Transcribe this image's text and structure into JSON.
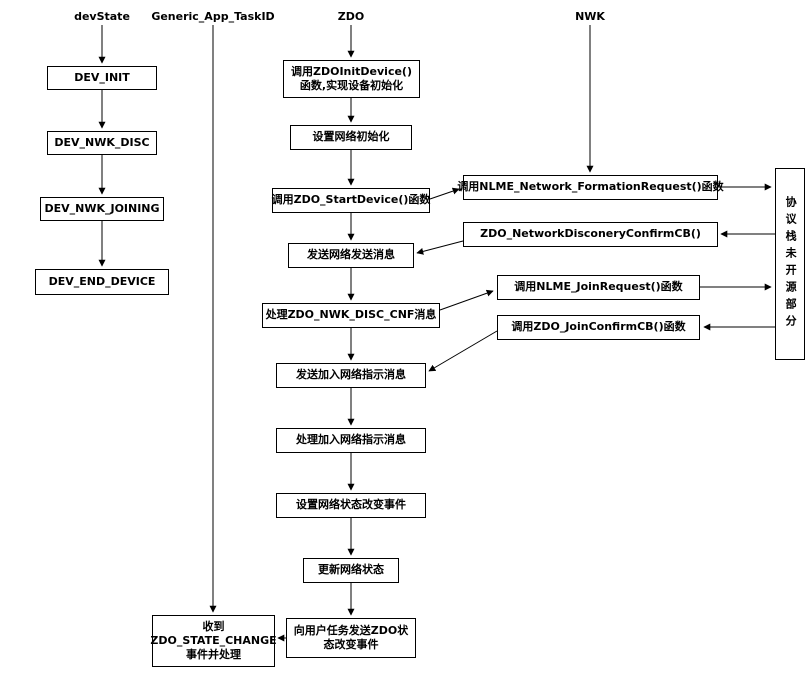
{
  "lanes": {
    "devstate": "devState",
    "generic_app_taskid": "Generic_App_TaskID",
    "zdo": "ZDO",
    "nwk": "NWK"
  },
  "dev_boxes": [
    {
      "label": "DEV_INIT"
    },
    {
      "label": "DEV_NWK_DISC"
    },
    {
      "label": "DEV_NWK_JOINING"
    },
    {
      "label": "DEV_END_DEVICE"
    }
  ],
  "zdo_boxes": [
    {
      "label": "调用ZDOInitDevice()函数,实现设备初始化"
    },
    {
      "label": "设置网络初始化"
    },
    {
      "label": "调用ZDO_StartDevice()函数"
    },
    {
      "label": "发送网络发送消息"
    },
    {
      "label": "处理ZDO_NWK_DISC_CNF消息"
    },
    {
      "label": "发送加入网络指示消息"
    },
    {
      "label": "处理加入网络指示消息"
    },
    {
      "label": "设置网络状态改变事件"
    },
    {
      "label": "更新网络状态"
    },
    {
      "label": "向用户任务发送ZDO状态改变事件"
    }
  ],
  "nwk_boxes": [
    {
      "label": "调用NLME_Network_FormationRequest()函数"
    },
    {
      "label": "ZDO_NetworkDisconeryConfirmCB()"
    },
    {
      "label": "调用NLME_JoinRequest()函数"
    },
    {
      "label": "调用ZDO_JoinConfirmCB()函数"
    }
  ],
  "side_box": {
    "label": "协议栈未开源部分"
  },
  "task_box": {
    "lines": [
      "收到",
      "ZDO_STATE_CHANGE",
      "事件并处理"
    ]
  },
  "colors": {
    "line": "#000000",
    "box_border": "#000000",
    "box_fill": "#ffffff"
  }
}
